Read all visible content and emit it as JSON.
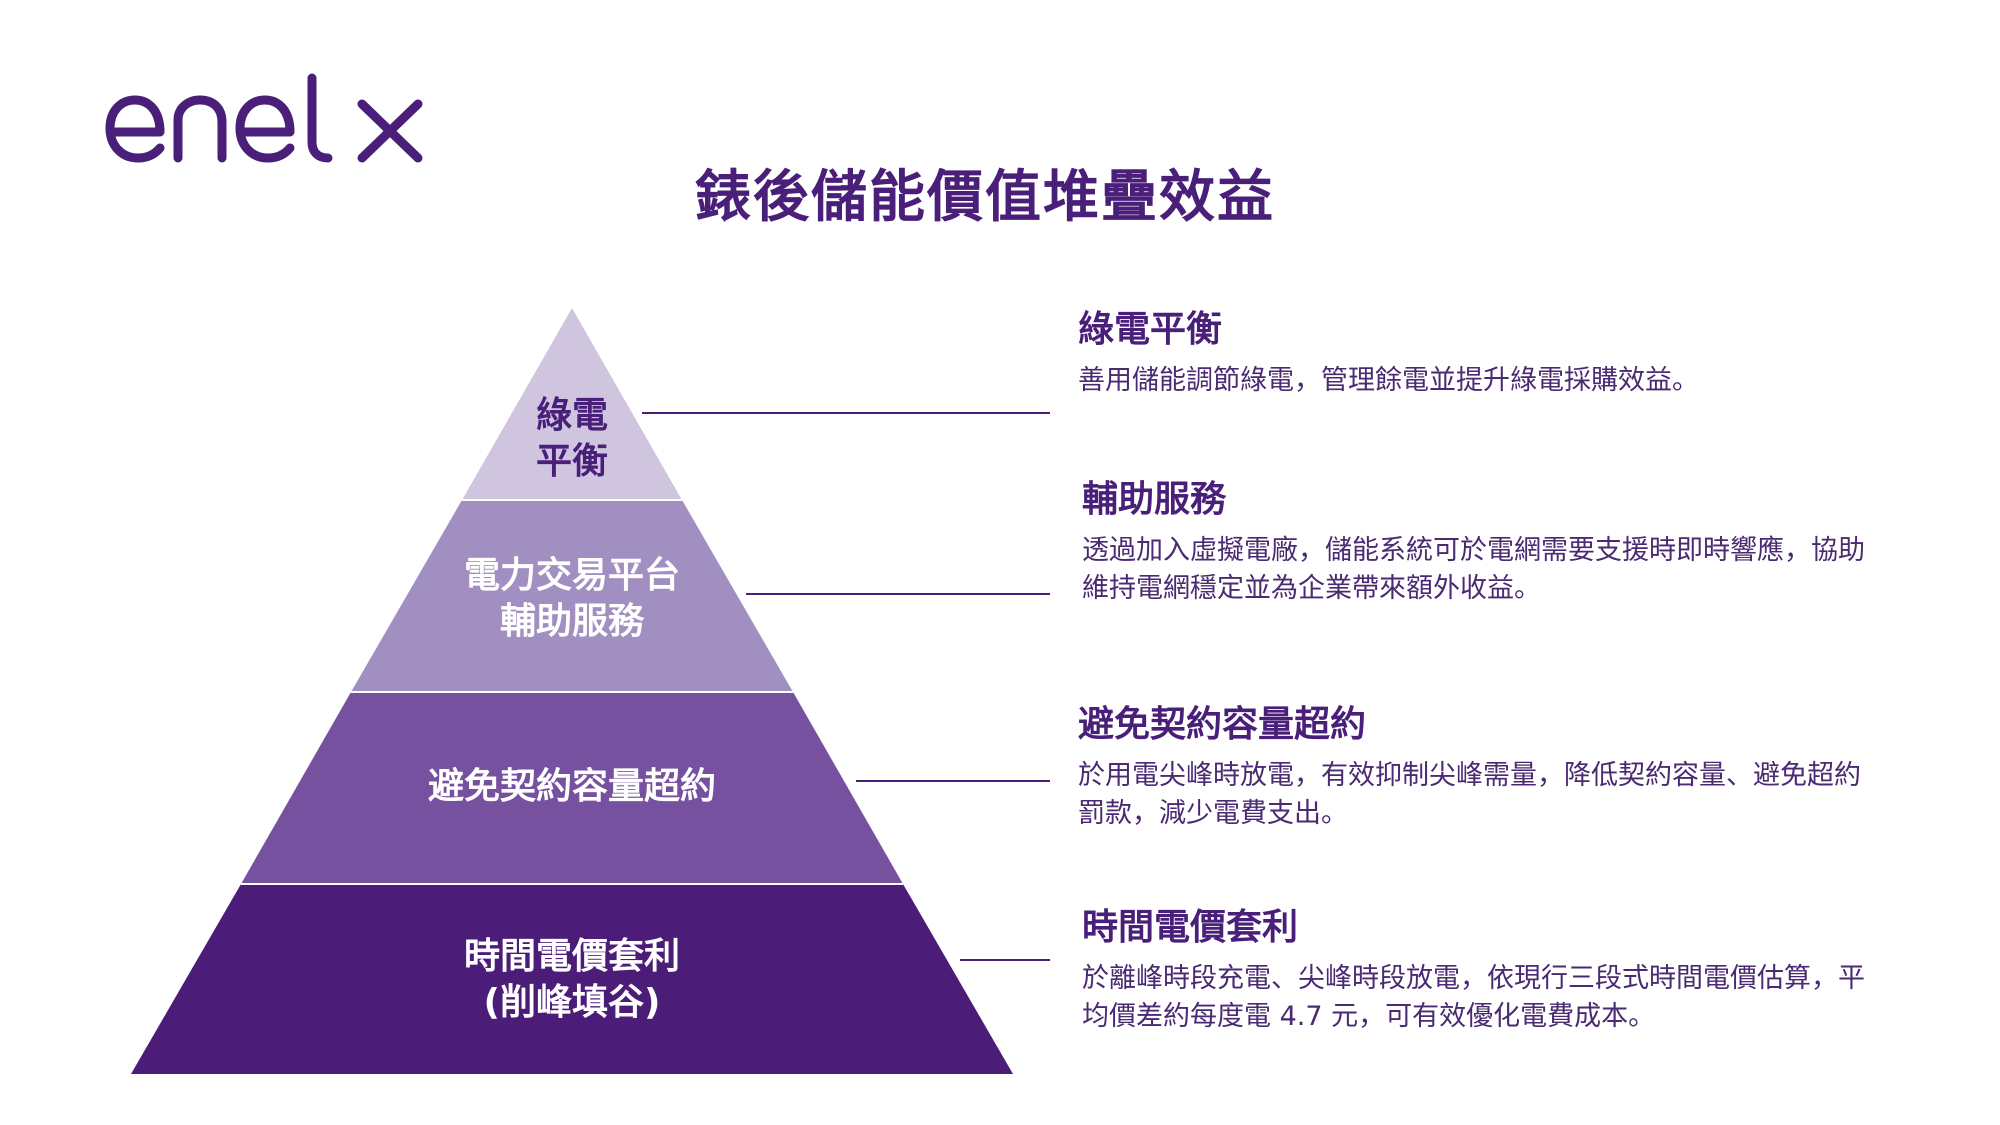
{
  "brand": {
    "logo_text": "enel x",
    "primary_color": "#4a1f7a"
  },
  "title": "錶後儲能價值堆疊效益",
  "tiers": [
    {
      "label_lines": [
        "綠電",
        "平衡"
      ],
      "fill": "#cfc5df",
      "text_color": "#4a1f7a",
      "heading": "綠電平衡",
      "description": "善用儲能調節綠電，管理餘電並提升綠電採購效益。"
    },
    {
      "label_lines": [
        "電力交易平台",
        "輔助服務"
      ],
      "fill": "#a08fc0",
      "text_color": "#ffffff",
      "heading": "輔助服務",
      "description": "透過加入虛擬電廠，儲能系統可於電網需要支援時即時響應，協助維持電網穩定並為企業帶來額外收益。"
    },
    {
      "label_lines": [
        "避免契約容量超約"
      ],
      "fill": "#7551a0",
      "text_color": "#ffffff",
      "heading": "避免契約容量超約",
      "description": "於用電尖峰時放電，有效抑制尖峰需量，降低契約容量、避免超約罰款，減少電費支出。"
    },
    {
      "label_lines": [
        "時間電價套利",
        "(削峰填谷)"
      ],
      "fill": "#4b1d78",
      "text_color": "#ffffff",
      "heading": "時間電價套利",
      "description": "於離峰時段充電、尖峰時段放電，依現行三段式時間電價估算，平均價差約每度電 4.7 元，可有效優化電費成本。"
    }
  ]
}
